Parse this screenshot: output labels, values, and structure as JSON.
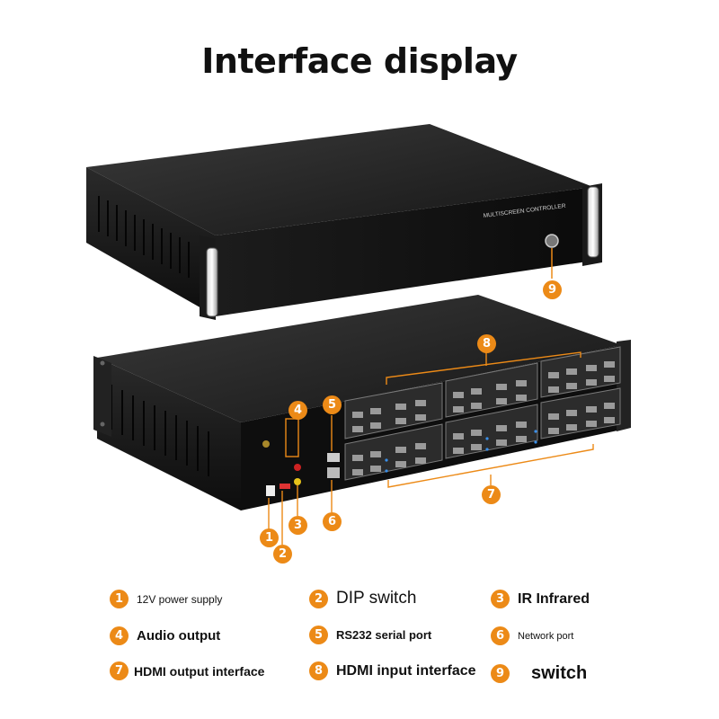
{
  "title": "Interface display",
  "device_label": "MULTISCREEN CONTROLLER",
  "callout_color": "#ec8a17",
  "legend": [
    {
      "num": "1",
      "label": "12V power supply"
    },
    {
      "num": "2",
      "label": "DIP switch"
    },
    {
      "num": "3",
      "label": "IR Infrared"
    },
    {
      "num": "4",
      "label": "Audio output"
    },
    {
      "num": "5",
      "label": "RS232 serial port"
    },
    {
      "num": "6",
      "label": "Network port"
    },
    {
      "num": "7",
      "label": "HDMI output interface"
    },
    {
      "num": "8",
      "label": "HDMI input interface"
    },
    {
      "num": "9",
      "label": "switch"
    }
  ],
  "callouts": {
    "c1": "1",
    "c2": "2",
    "c3": "3",
    "c4": "4",
    "c5": "5",
    "c6": "6",
    "c7": "7",
    "c8": "8",
    "c9": "9"
  }
}
